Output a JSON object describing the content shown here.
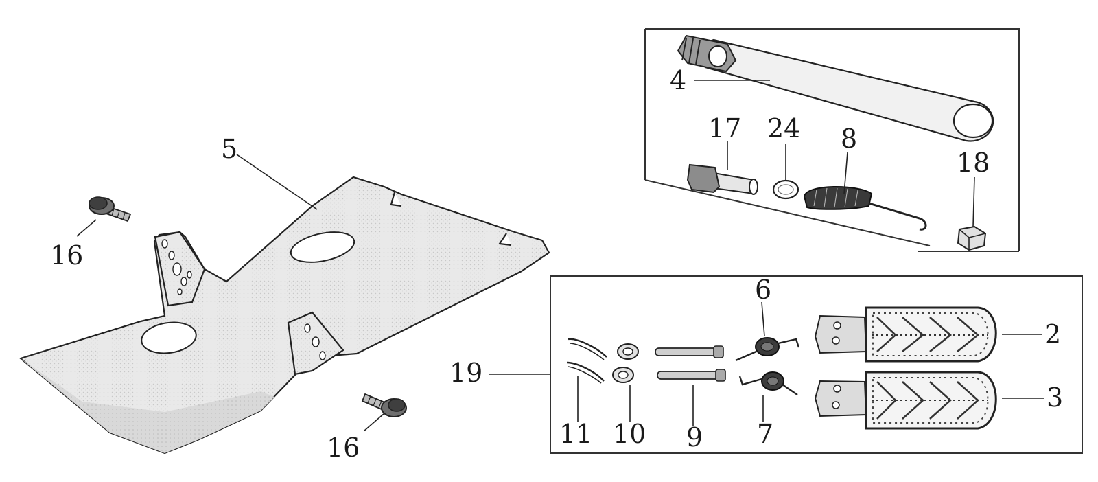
{
  "diagram": {
    "callouts": {
      "c2": "2",
      "c3": "3",
      "c4": "4",
      "c5": "5",
      "c6": "6",
      "c7": "7",
      "c8": "8",
      "c9": "9",
      "c10": "10",
      "c11": "11",
      "c16a": "16",
      "c16b": "16",
      "c17": "17",
      "c18": "18",
      "c19": "19",
      "c24": "24"
    }
  }
}
